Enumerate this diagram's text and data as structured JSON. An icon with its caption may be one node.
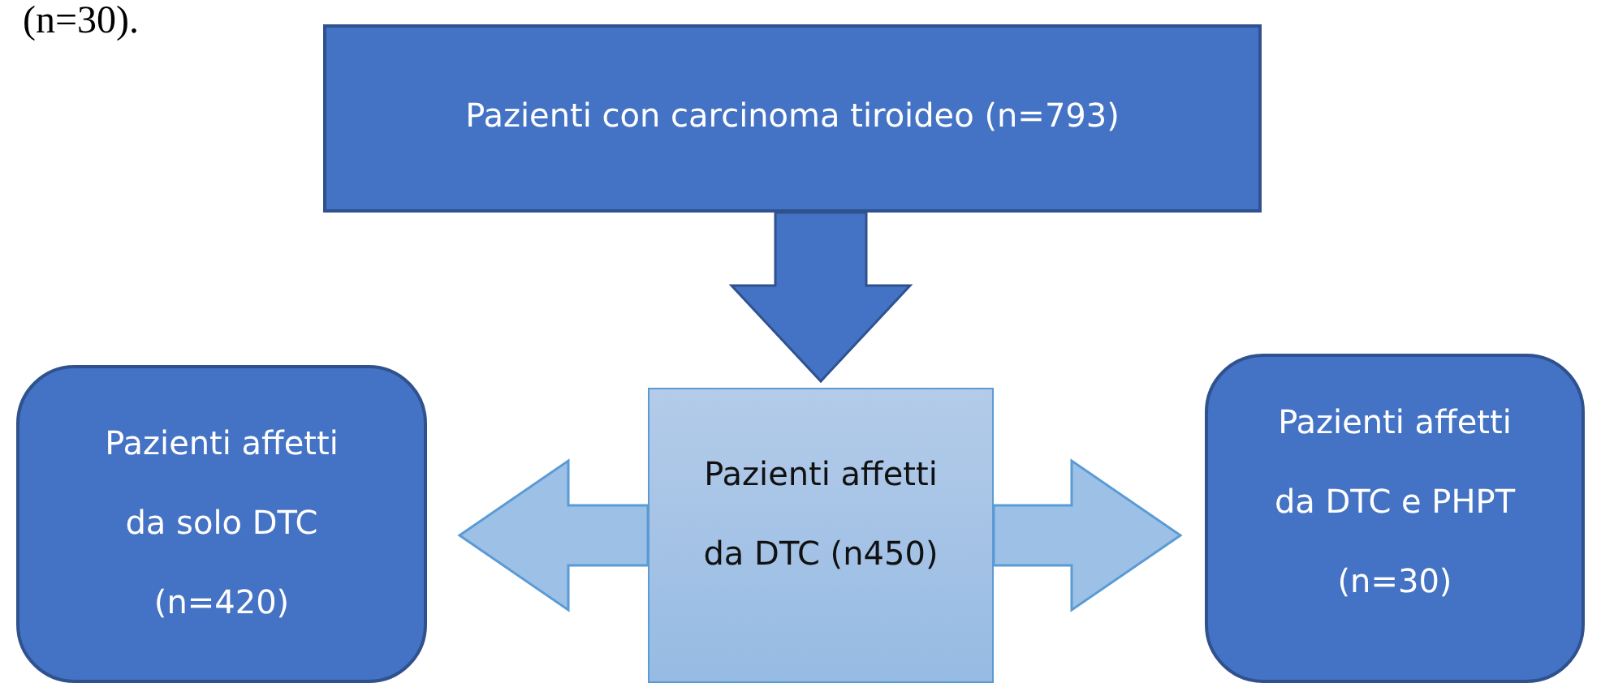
{
  "diagram": {
    "nodes": [
      {
        "text": [
          "Pazienti con carcinoma tiroideo (n=793)"
        ]
      },
      {
        "text": [
          "Pazienti affetti da DTC (n450)"
        ]
      },
      {
        "text": [
          "Pazienti affetti da solo DTC (n=420)"
        ]
      },
      {
        "text": [
          "Pazienti affetti da DTC e PHPT (n=30)"
        ]
      }
    ],
    "edges": [
      {
        "from": 0,
        "to": 1,
        "arrow": "to",
        "style": "thick",
        "color": "#4472c4"
      },
      {
        "from": 1,
        "to": 2,
        "arrow": "to",
        "style": "thick"
      },
      {
        "from": 1,
        "to": 3,
        "arrow": "to",
        "style": "thick"
      }
    ],
    "labels": [
      "(n=30)."
    ]
  }
}
